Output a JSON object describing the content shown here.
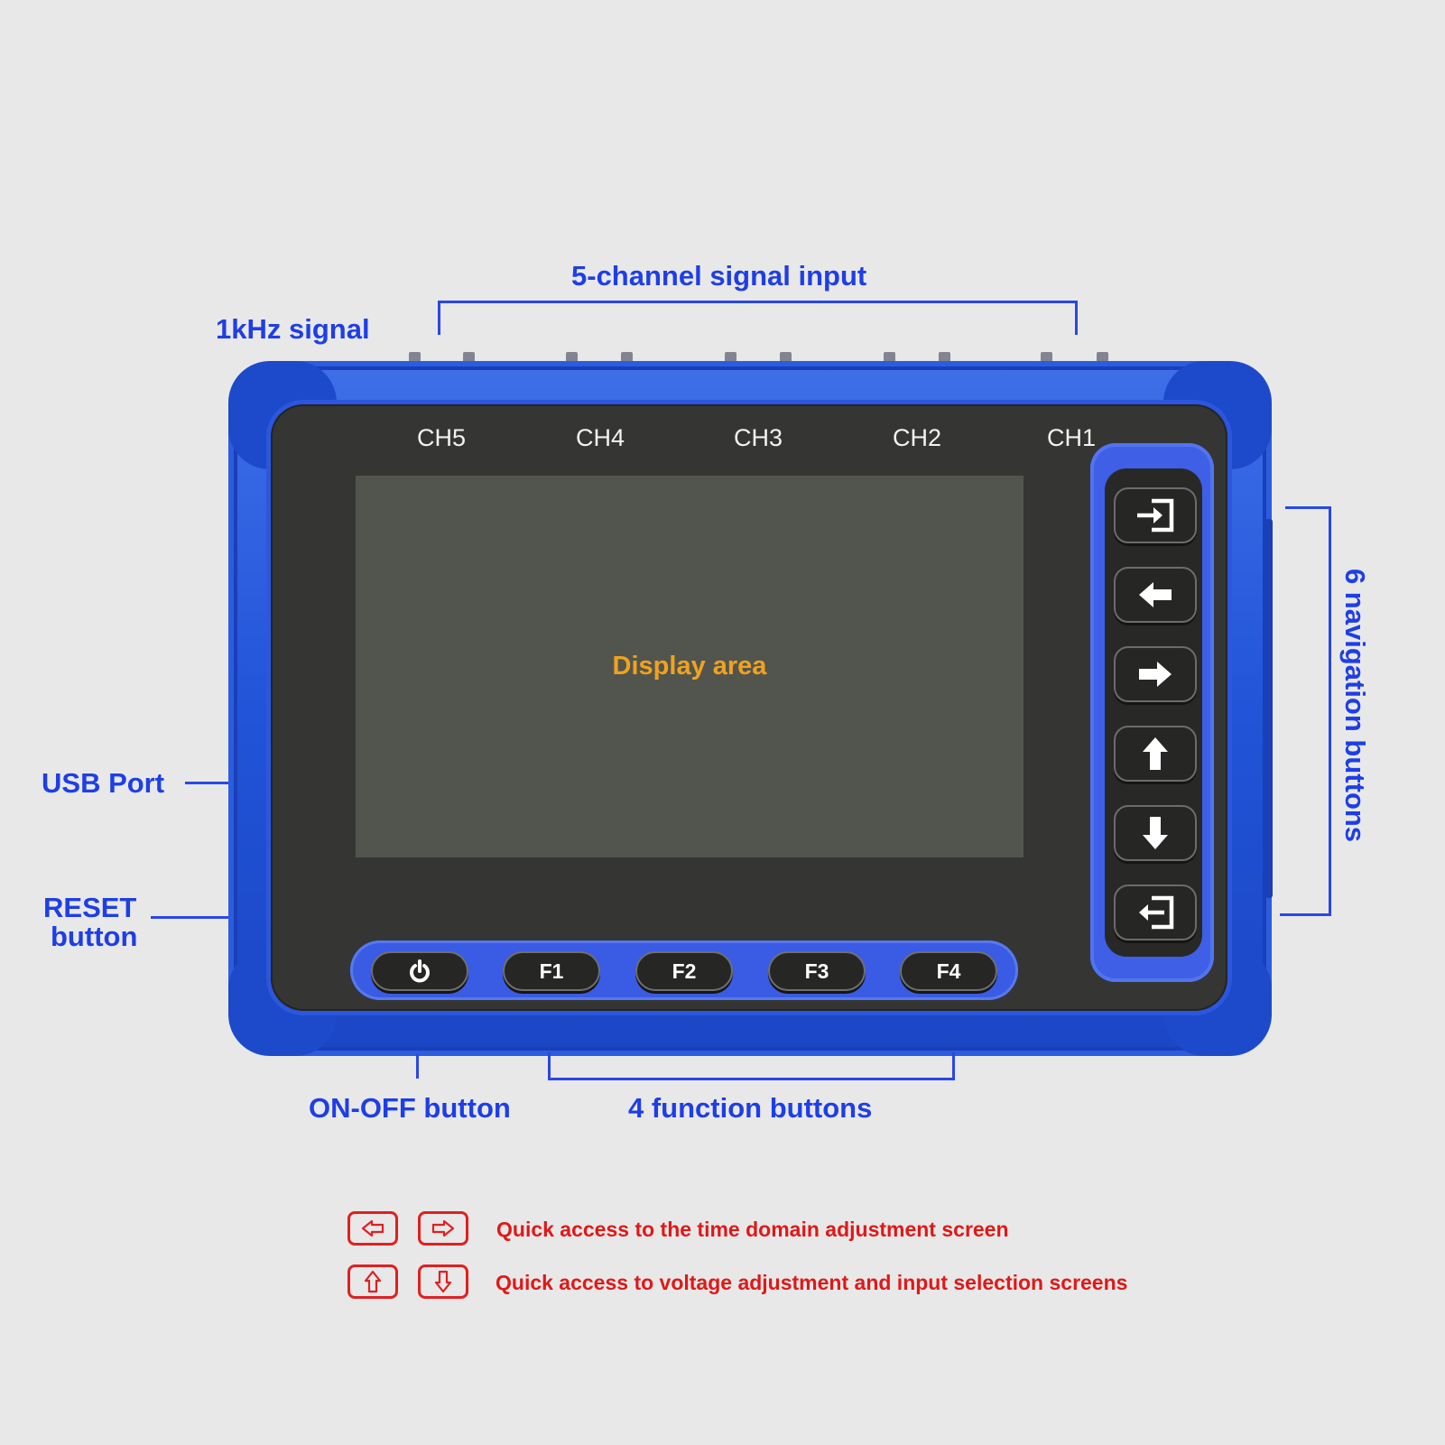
{
  "callouts": {
    "channels": "5-channel signal input",
    "signal": "1kHz signal",
    "usb": "USB  Port",
    "reset_line1": "RESET",
    "reset_line2": "button",
    "onoff": "ON-OFF button",
    "function": "4 function buttons",
    "navigation": "6 navigation buttons"
  },
  "device": {
    "channels": [
      "CH5",
      "CH4",
      "CH3",
      "CH2",
      "CH1"
    ],
    "display_label": "Display area",
    "function_buttons": [
      {
        "label": "",
        "icon": "power-icon"
      },
      {
        "label": "F1"
      },
      {
        "label": "F2"
      },
      {
        "label": "F3"
      },
      {
        "label": "F4"
      }
    ],
    "nav_buttons": [
      "enter-icon",
      "arrow-left-icon",
      "arrow-right-icon",
      "arrow-up-icon",
      "arrow-down-icon",
      "exit-icon"
    ]
  },
  "legend": [
    {
      "icons": [
        "arrow-left-outline-icon",
        "arrow-right-outline-icon"
      ],
      "text": "Quick access to the time domain adjustment screen"
    },
    {
      "icons": [
        "arrow-up-outline-icon",
        "arrow-down-outline-icon"
      ],
      "text": "Quick access to voltage adjustment and input selection screens"
    }
  ],
  "colors": {
    "callout": "#1e3ee6",
    "device_blue": "#2154d8",
    "display_label": "#f0a21f",
    "legend_red": "#e01818",
    "background": "#e8e8e8"
  }
}
